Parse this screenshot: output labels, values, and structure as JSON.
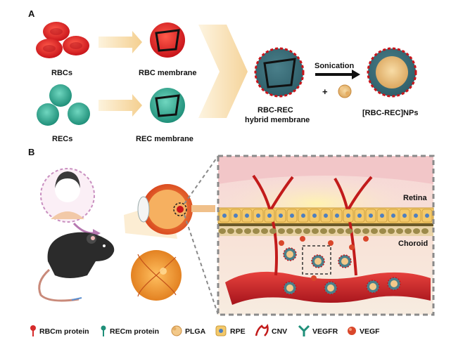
{
  "panel_a": {
    "letter": "A",
    "rbcs_label": "RBCs",
    "recs_label": "RECs",
    "rbc_membrane_label": "RBC membrane",
    "rec_membrane_label": "REC membrane",
    "hybrid_label_line1": "RBC-REC",
    "hybrid_label_line2": "hybrid membrane",
    "sonication_label": "Sonication",
    "plus_sign": "+",
    "nps_label": "[RBC-REC]NPs"
  },
  "panel_b": {
    "letter": "B",
    "retina_label": "Retina",
    "choroid_label": "Choroid"
  },
  "legend": [
    {
      "label": "RBCm protein",
      "icon": "rbcm-protein-icon",
      "color": "#d62b2b"
    },
    {
      "label": "RECm protein",
      "icon": "recm-protein-icon",
      "color": "#1f8f79"
    },
    {
      "label": "PLGA",
      "icon": "plga-icon",
      "color": "#e7b46a"
    },
    {
      "label": "RPE",
      "icon": "rpe-icon",
      "color": "#f4c96a"
    },
    {
      "label": "CNV",
      "icon": "cnv-icon",
      "color": "#c21b1b"
    },
    {
      "label": "VEGFR",
      "icon": "vegfr-icon",
      "color": "#1f8f79"
    },
    {
      "label": "VEGF",
      "icon": "vegf-icon",
      "color": "#d9472b"
    }
  ]
}
